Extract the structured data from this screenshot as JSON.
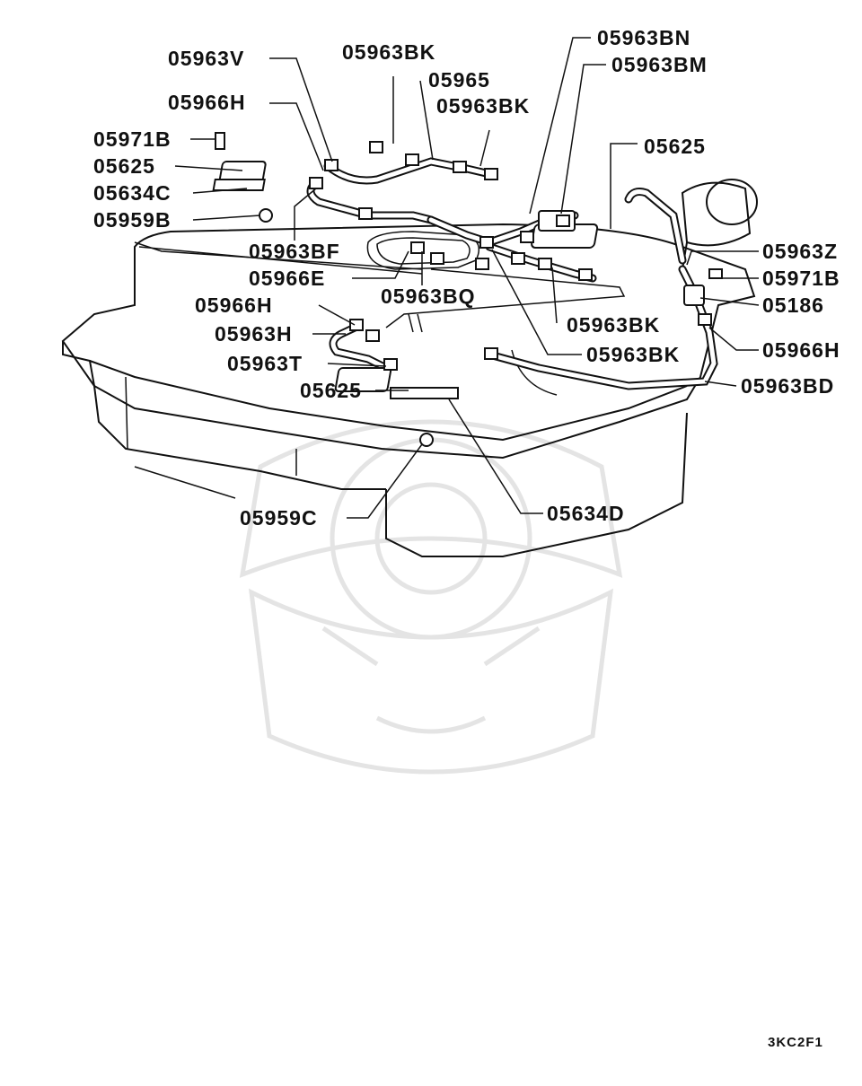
{
  "diagram": {
    "labels": [
      "05963V",
      "05963BK",
      "05965",
      "05963BK",
      "05963BN",
      "05963BM",
      "05966H",
      "05971B",
      "05625",
      "05625",
      "05634C",
      "05959B",
      "05963BF",
      "05966E",
      "05963BQ",
      "05963Z",
      "05971B",
      "05186",
      "05966H",
      "05963H",
      "05963BK",
      "05963BK",
      "05966H",
      "05963T",
      "05963BD",
      "05625",
      "05959C",
      "05634D"
    ],
    "drawing_code": "3KC2F1"
  }
}
